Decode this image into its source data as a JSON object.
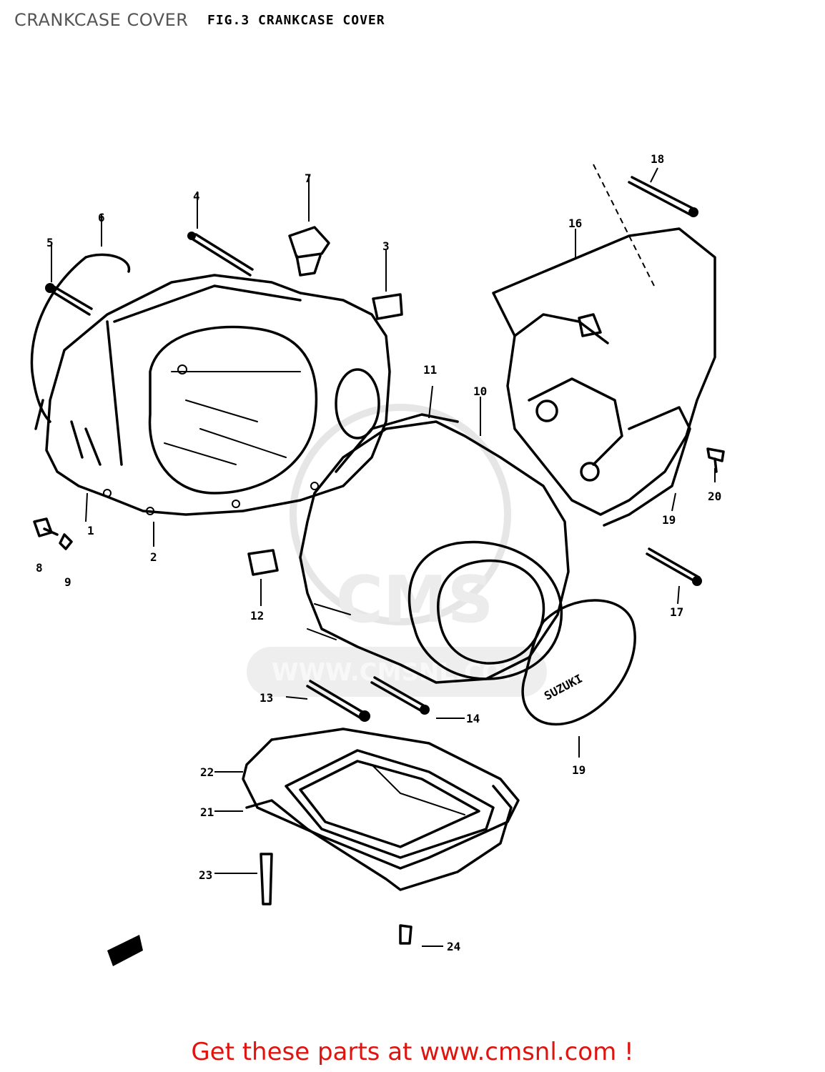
{
  "page_title": "CRANKCASE COVER",
  "figure_caption": "FIG.3  CRANKCASE COVER",
  "watermark": {
    "brand": "CMS",
    "url": "WWW.CMSNL.COM"
  },
  "cover_logo": "SUZUKI",
  "call_to_action": "Get these parts at www.cmsnl.com !",
  "link_color": "#e0140f",
  "parts": [
    {
      "ref": "1"
    },
    {
      "ref": "2"
    },
    {
      "ref": "3"
    },
    {
      "ref": "4"
    },
    {
      "ref": "5"
    },
    {
      "ref": "6"
    },
    {
      "ref": "7"
    },
    {
      "ref": "8"
    },
    {
      "ref": "9"
    },
    {
      "ref": "10"
    },
    {
      "ref": "11"
    },
    {
      "ref": "12"
    },
    {
      "ref": "13"
    },
    {
      "ref": "14"
    },
    {
      "ref": "16"
    },
    {
      "ref": "17"
    },
    {
      "ref": "18"
    },
    {
      "ref": "19"
    },
    {
      "ref": "19"
    },
    {
      "ref": "20"
    },
    {
      "ref": "21"
    },
    {
      "ref": "22"
    },
    {
      "ref": "23"
    },
    {
      "ref": "24"
    }
  ]
}
